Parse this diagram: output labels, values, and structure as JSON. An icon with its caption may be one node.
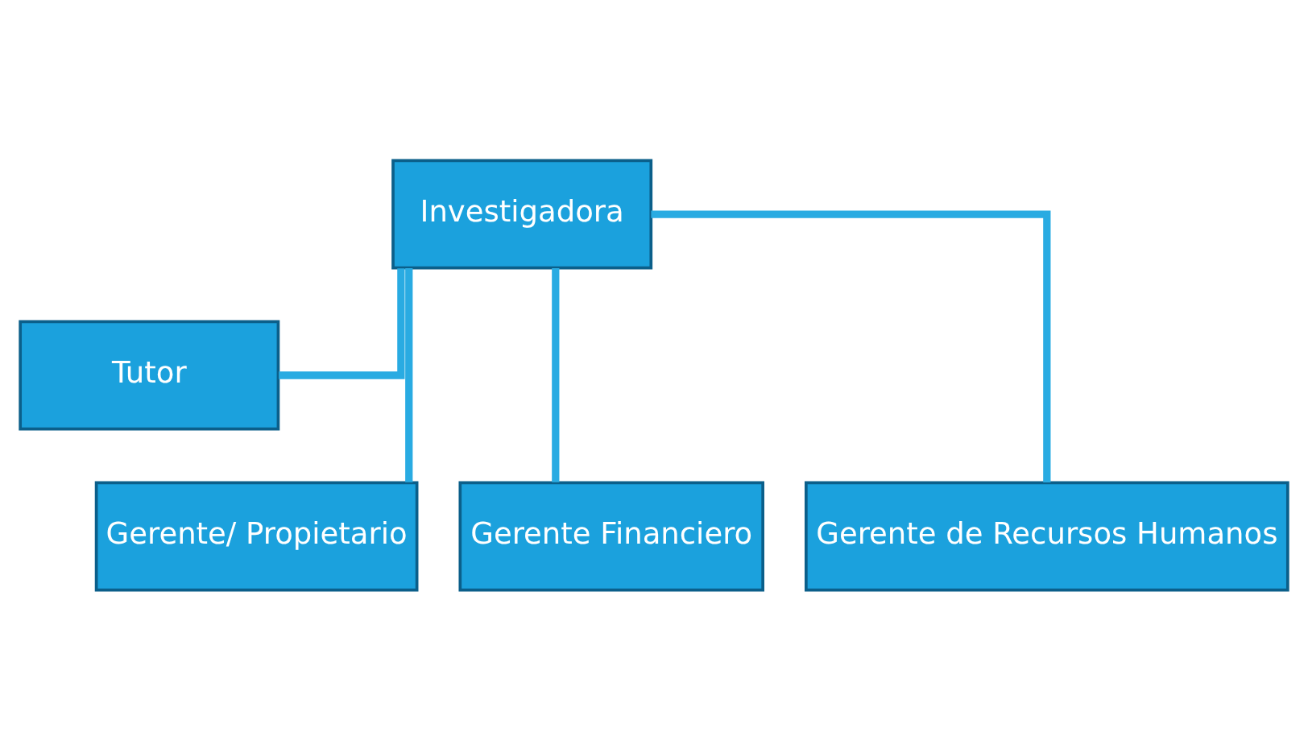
{
  "diagram": {
    "nodes": [
      {
        "text": [
          "Investigadora"
        ]
      },
      {
        "text": [
          "Tutor"
        ]
      },
      {
        "text": [
          "Gerente/ Propietario"
        ]
      },
      {
        "text": [
          "Gerente Financiero"
        ]
      },
      {
        "text": [
          "Gerente de Recursos Humanos"
        ]
      }
    ],
    "edges": [
      {
        "from": 0,
        "to": 1,
        "arrow": "none"
      },
      {
        "from": 0,
        "to": 2,
        "arrow": "none"
      },
      {
        "from": 0,
        "to": 3,
        "arrow": "none"
      },
      {
        "from": 0,
        "to": 4,
        "arrow": "none"
      }
    ]
  }
}
